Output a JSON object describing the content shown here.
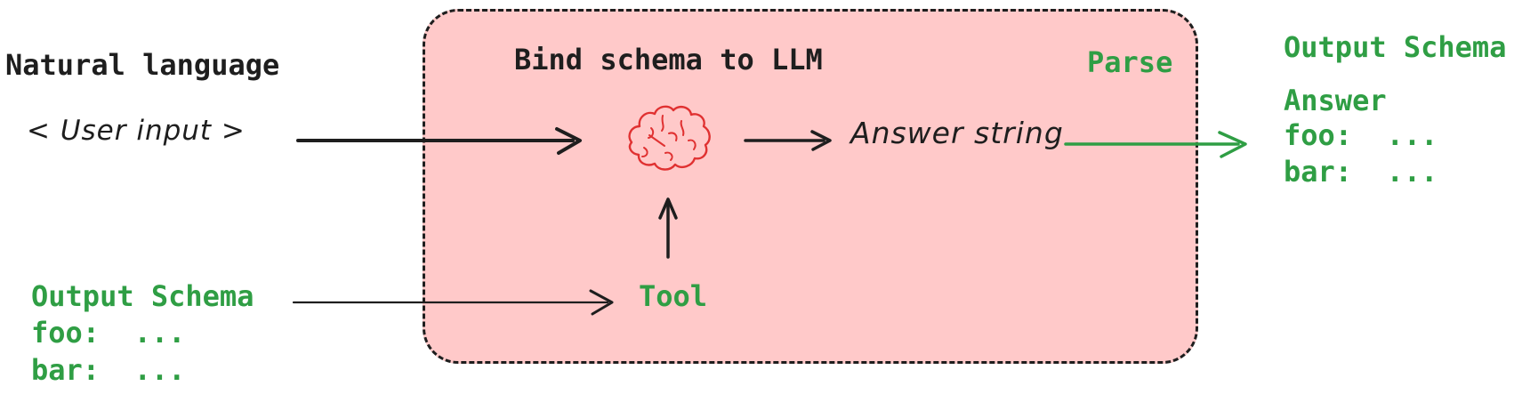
{
  "colors": {
    "ink": "#1e1e1e",
    "green": "#2f9e44",
    "red": "#e03131",
    "box_fill": "#ffc9c9"
  },
  "left_column": {
    "title": "Natural language",
    "user_input": "< User input >",
    "schema": {
      "title": "Output Schema",
      "foo": "foo:  ...",
      "bar": "bar:  ..."
    }
  },
  "llm_box": {
    "title": "Bind schema to LLM",
    "parse_label": "Parse",
    "answer_string": "Answer string",
    "tool_label": "Tool"
  },
  "right_column": {
    "title": "Output Schema",
    "answer_label": "Answer",
    "foo": "foo:  ...",
    "bar": "bar:  ..."
  },
  "icons": {
    "brain": "brain-icon"
  }
}
